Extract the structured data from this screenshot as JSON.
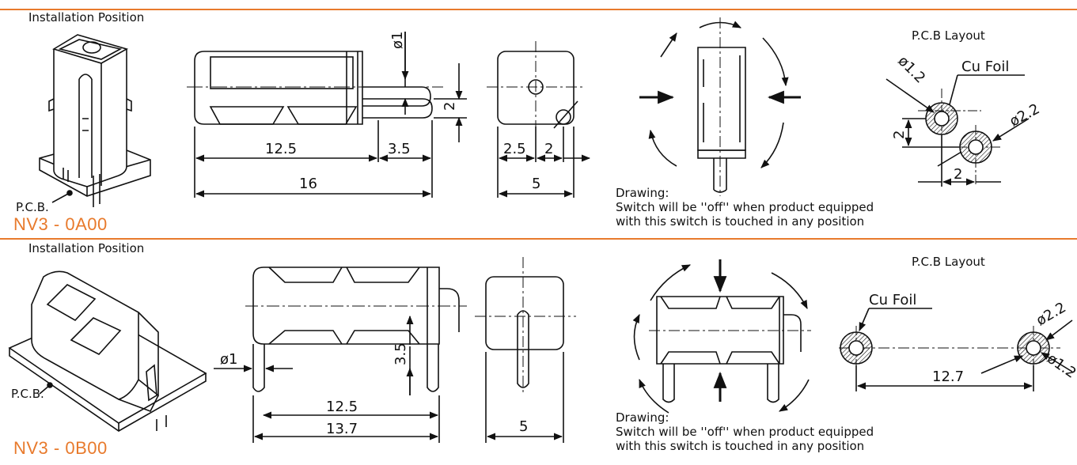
{
  "theme": {
    "accent": "#e87a2c",
    "line": "#111111"
  },
  "top": {
    "install_label": "Installation Position",
    "pcb_label": "P.C.B.",
    "model": "NV3 - 0A00",
    "dims": {
      "d1": "ø1",
      "d2": "2",
      "d125": "12.5",
      "d35": "3.5",
      "d16": "16",
      "d25": "2.5",
      "d2b": "2",
      "d5": "5"
    },
    "pcb_layout": {
      "title": "P.C.B Layout",
      "cu_foil": "Cu Foil",
      "d12": "ø1.2",
      "d22": "ø2.2",
      "s2v": "2",
      "s2h": "2"
    },
    "drawing_title": "Drawing:",
    "drawing_note": "Switch will be ''off'' when product equipped\nwith this switch is touched in any position"
  },
  "bottom": {
    "install_label": "Installation Position",
    "pcb_label": "P.C.B.",
    "model": "NV3 - 0B00",
    "dims": {
      "d1": "ø1",
      "d35": "3.5",
      "d125": "12.5",
      "d137": "13.7",
      "d5": "5"
    },
    "pcb_layout": {
      "title": "P.C.B Layout",
      "cu_foil": "Cu Foil",
      "d22": "ø2.2",
      "d12": "ø1.2",
      "d127": "12.7"
    },
    "drawing_title": "Drawing:",
    "drawing_note": "Switch will be ''off'' when product equipped\nwith this switch is touched in any position"
  }
}
